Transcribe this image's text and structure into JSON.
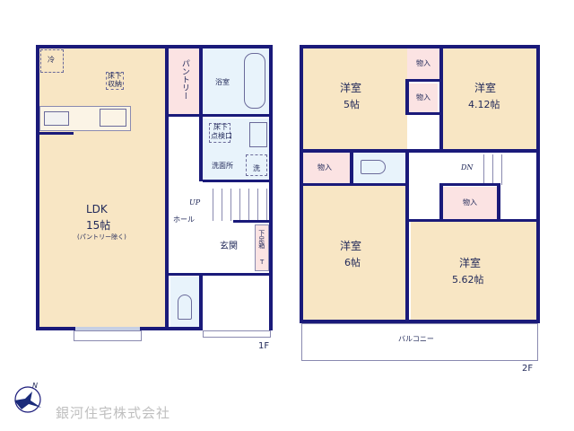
{
  "floor1": {
    "label": "1F",
    "rooms": {
      "ldk": {
        "name": "LDK",
        "size": "15帖",
        "note": "(パントリー除く)"
      },
      "fridge": "冷",
      "underfloor_storage": [
        "床下",
        "収納"
      ],
      "pantry": "パントリー",
      "bath": "浴室",
      "inspection": [
        "床下",
        "点検口"
      ],
      "washroom": "洗面所",
      "washer": "洗",
      "stairs": "UP",
      "hall": "ホール",
      "entrance": "玄関",
      "shoe_box": "下足箱",
      "t_mark": "T"
    }
  },
  "floor2": {
    "label": "2F",
    "rooms": {
      "western1": {
        "name": "洋室",
        "size": "5帖"
      },
      "western2": {
        "name": "洋室",
        "size": "4.12帖"
      },
      "western3": {
        "name": "洋室",
        "size": "6帖"
      },
      "western4": {
        "name": "洋室",
        "size": "5.62帖"
      },
      "storage": "物入",
      "stairs": "DN",
      "balcony": "バルコニー"
    }
  },
  "compass": {
    "north": "N"
  },
  "company": "銀河住宅株式会社",
  "colors": {
    "wall": "#1a1a7a",
    "room": "#f8e6c4",
    "wet": "#e8f3fb",
    "storage": "#fbe3e3"
  }
}
